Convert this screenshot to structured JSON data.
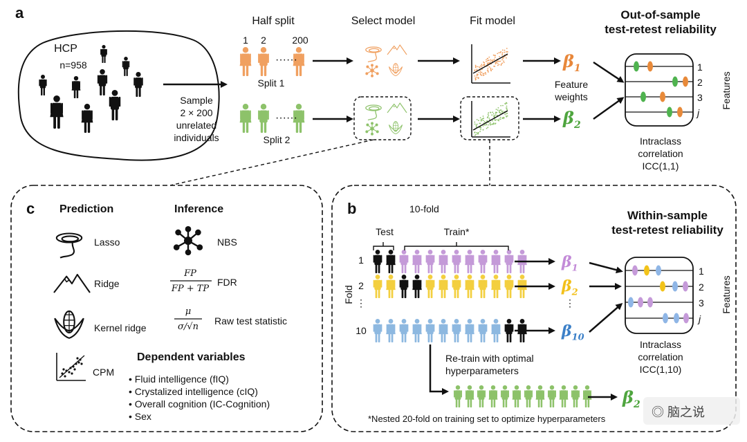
{
  "panel_labels": {
    "a": "a",
    "b": "b",
    "c": "c"
  },
  "panel_a": {
    "cohort": {
      "name": "HCP",
      "n": "n=958"
    },
    "sample_text": [
      "Sample",
      "2 × 200",
      "unrelated",
      "individuals"
    ],
    "half_split": "Half split",
    "split_numbers": [
      "1",
      "2",
      "200"
    ],
    "split1": "Split 1",
    "split2": "Split 2",
    "select_model": "Select model",
    "fit_model": "Fit model",
    "beta1": "β",
    "beta1_sub": "1",
    "beta2": "β",
    "beta2_sub": "2",
    "feature_weights": [
      "Feature",
      "weights"
    ],
    "oos_title": [
      "Out-of-sample",
      "test-retest reliability"
    ],
    "feature_indices": [
      "1",
      "2",
      "3",
      "j"
    ],
    "features_label": "Features",
    "icc_text": [
      "Intraclass",
      "correlation",
      "ICC(1,1)"
    ]
  },
  "panel_b": {
    "tenfold": "10-fold",
    "test": "Test",
    "train": "Train*",
    "fold_label": "Fold",
    "fold_numbers": [
      "1",
      "2",
      "⋮",
      "10"
    ],
    "betas": [
      {
        "s": "β",
        "sub": "1"
      },
      {
        "s": "β",
        "sub": "2"
      },
      {
        "s": "β",
        "sub": "10"
      }
    ],
    "dots": "⋮",
    "ws_title": [
      "Within-sample",
      "test-retest reliability"
    ],
    "feature_indices": [
      "1",
      "2",
      "3",
      "j"
    ],
    "features_label": "Features",
    "icc_text": [
      "Intraclass",
      "correlation",
      "ICC(1,10)"
    ],
    "retrain": [
      "Re-train with optimal",
      "hyperparameters"
    ],
    "beta_final": "β",
    "beta_final_sub": "2",
    "footnote": "*Nested 20-fold on training set to optimize hyperparameters"
  },
  "panel_c": {
    "prediction": "Prediction",
    "inference": "Inference",
    "models": [
      "Lasso",
      "Ridge",
      "Kernel ridge",
      "CPM"
    ],
    "inference_items": [
      "NBS",
      "FDR",
      "Raw test statistic"
    ],
    "fdr_num": "FP",
    "fdr_den": "FP + TP",
    "raw_num": "μ",
    "raw_den": "σ/√n",
    "dv_title": "Dependent variables",
    "dependent_variables": [
      "Fluid intelligence (fIQ)",
      "Crystalized intelligence (cIQ)",
      "Overall cognition (IC-Cognition)",
      "Sex"
    ]
  },
  "watermark": "脑之说",
  "colors": {
    "orange": "#f0a060",
    "green": "#8dc26a",
    "purple": "#c49ad8",
    "yellow": "#f3cf3f",
    "blue": "#8db8e0",
    "beta_orange": "#e8873a",
    "beta_green": "#4fa53f",
    "beta_purple": "#c38bd8",
    "beta_yellow": "#f2c01a",
    "beta_blue": "#3c80c8",
    "oval_green": "#4fb34f",
    "oval_orange": "#e88a3a",
    "oval_purple": "#c59ad9",
    "oval_blue": "#8fb6e6",
    "oval_yellow": "#f2c31a",
    "black": "#111111"
  }
}
